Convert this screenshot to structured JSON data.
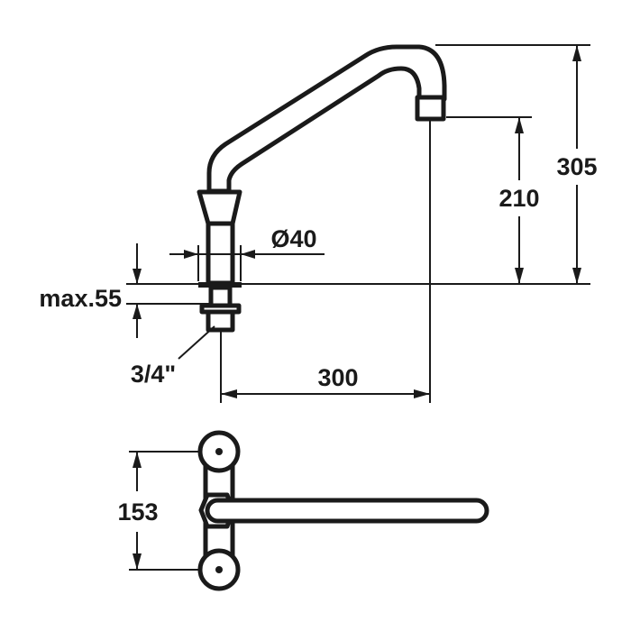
{
  "title": "Faucet dimension drawing",
  "dimensions": {
    "overall_height": "305",
    "spout_height": "210",
    "spout_reach": "300",
    "base_diameter": "Ø40",
    "max_deck_thickness": "max.55",
    "thread": "3/4\"",
    "wall_center_distance": "153"
  }
}
